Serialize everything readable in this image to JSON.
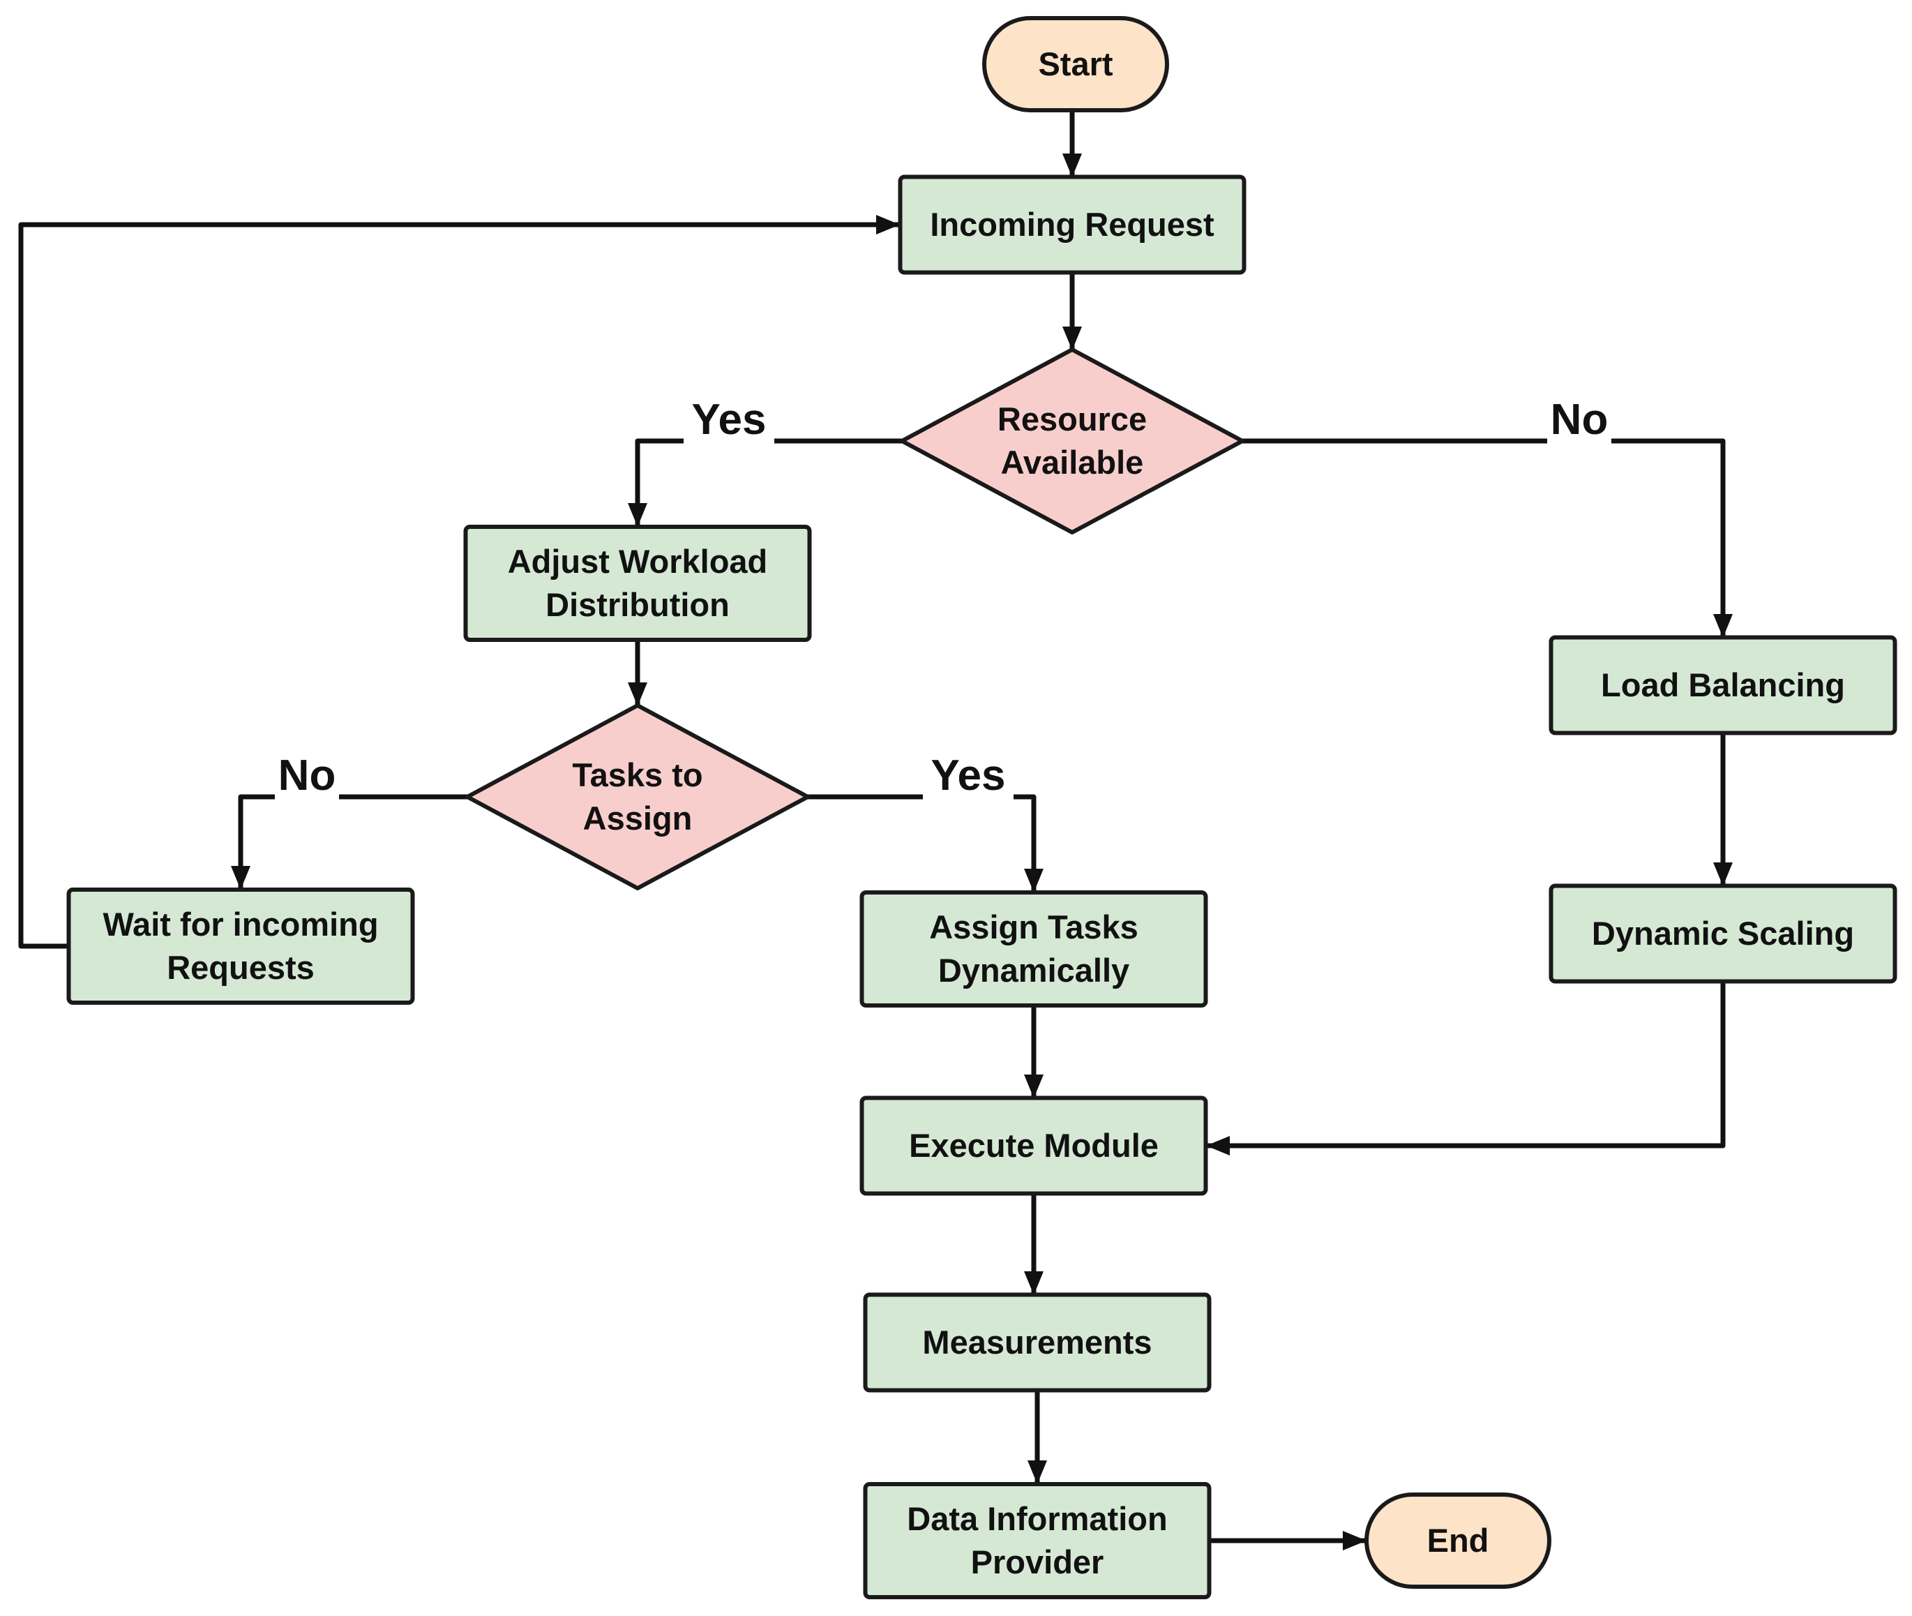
{
  "colors": {
    "terminal_fill": "#fde3c8",
    "process_fill": "#d5e8d4",
    "decision_fill": "#f8cecc",
    "stroke": "#111111"
  },
  "nodes": {
    "start": {
      "shape": "terminal",
      "lines": [
        "Start"
      ]
    },
    "incoming_request": {
      "shape": "process",
      "lines": [
        "Incoming Request"
      ]
    },
    "resource_available": {
      "shape": "decision",
      "lines": [
        "Resource",
        "Available"
      ]
    },
    "adjust_workload": {
      "shape": "process",
      "lines": [
        "Adjust Workload",
        "Distribution"
      ]
    },
    "tasks_to_assign": {
      "shape": "decision",
      "lines": [
        "Tasks to",
        "Assign"
      ]
    },
    "wait_requests": {
      "shape": "process",
      "lines": [
        "Wait for incoming",
        "Requests"
      ]
    },
    "assign_tasks": {
      "shape": "process",
      "lines": [
        "Assign Tasks",
        "Dynamically"
      ]
    },
    "load_balancing": {
      "shape": "process",
      "lines": [
        "Load Balancing"
      ]
    },
    "dynamic_scaling": {
      "shape": "process",
      "lines": [
        "Dynamic Scaling"
      ]
    },
    "execute_module": {
      "shape": "process",
      "lines": [
        "Execute Module"
      ]
    },
    "measurements": {
      "shape": "process",
      "lines": [
        "Measurements"
      ]
    },
    "data_info_provider": {
      "shape": "process",
      "lines": [
        "Data Information",
        "Provider"
      ]
    },
    "end": {
      "shape": "terminal",
      "lines": [
        "End"
      ]
    }
  },
  "edges": [
    {
      "from": "start",
      "to": "incoming_request",
      "label": ""
    },
    {
      "from": "incoming_request",
      "to": "resource_available",
      "label": ""
    },
    {
      "from": "resource_available",
      "to": "adjust_workload",
      "label": "Yes"
    },
    {
      "from": "resource_available",
      "to": "load_balancing",
      "label": "No"
    },
    {
      "from": "adjust_workload",
      "to": "tasks_to_assign",
      "label": ""
    },
    {
      "from": "tasks_to_assign",
      "to": "wait_requests",
      "label": "No"
    },
    {
      "from": "tasks_to_assign",
      "to": "assign_tasks",
      "label": "Yes"
    },
    {
      "from": "wait_requests",
      "to": "incoming_request",
      "label": ""
    },
    {
      "from": "load_balancing",
      "to": "dynamic_scaling",
      "label": ""
    },
    {
      "from": "dynamic_scaling",
      "to": "execute_module",
      "label": ""
    },
    {
      "from": "assign_tasks",
      "to": "execute_module",
      "label": ""
    },
    {
      "from": "execute_module",
      "to": "measurements",
      "label": ""
    },
    {
      "from": "measurements",
      "to": "data_info_provider",
      "label": ""
    },
    {
      "from": "data_info_provider",
      "to": "end",
      "label": ""
    }
  ]
}
